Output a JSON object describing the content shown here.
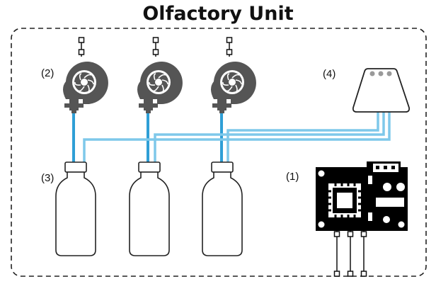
{
  "title": "Olfactory Unit",
  "labels": {
    "controller": "(1)",
    "pumps": "(2)",
    "bottles": "(3)",
    "sensor": "(4)"
  },
  "colors": {
    "tube": "#5fb8e3",
    "tube_dark": "#2f9fd6",
    "device": "#555555",
    "board": "#000000",
    "border": "#222222"
  },
  "icons": {
    "pump": "centrifugal-pump-icon",
    "bottle": "bottle-icon",
    "sensor": "gas-sensor-icon",
    "controller": "microcontroller-board-icon"
  },
  "counts": {
    "pumps": 3,
    "bottles": 3,
    "controller_pins": 3
  }
}
